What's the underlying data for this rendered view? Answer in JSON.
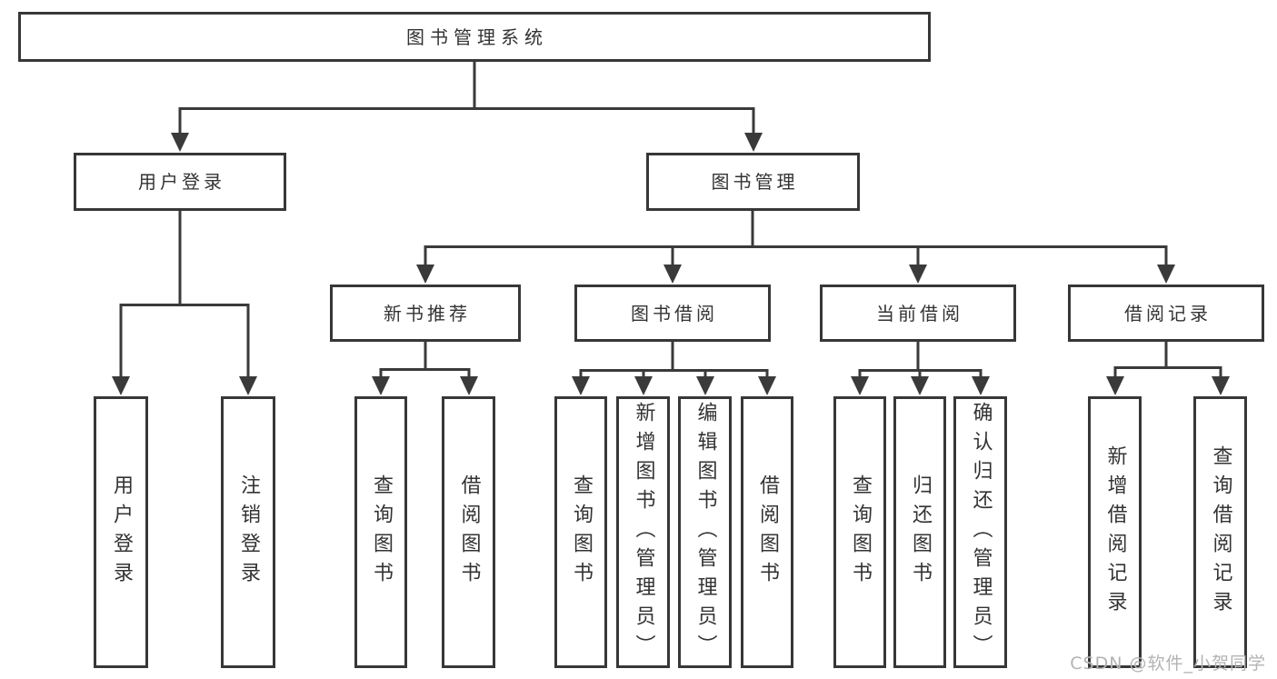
{
  "tree": {
    "label": "图书管理系统",
    "children": [
      {
        "label": "用户登录",
        "children": [
          {
            "label": "用户登录"
          },
          {
            "label": "注销登录"
          }
        ]
      },
      {
        "label": "图书管理",
        "children": [
          {
            "label": "新书推荐",
            "children": [
              {
                "label": "查询图书"
              },
              {
                "label": "借阅图书"
              }
            ]
          },
          {
            "label": "图书借阅",
            "children": [
              {
                "label": "查询图书"
              },
              {
                "label": "新增图书（管理员）"
              },
              {
                "label": "编辑图书（管理员）"
              },
              {
                "label": "借阅图书"
              }
            ]
          },
          {
            "label": "当前借阅",
            "children": [
              {
                "label": "查询图书"
              },
              {
                "label": "归还图书"
              },
              {
                "label": "确认归还（管理员）"
              }
            ]
          },
          {
            "label": "借阅记录",
            "children": [
              {
                "label": "新增借阅记录"
              },
              {
                "label": "查询借阅记录"
              }
            ]
          }
        ]
      }
    ]
  },
  "watermark": "CSDN @软件_小贺同学",
  "colors": {
    "line": "#3a3a3a",
    "text": "#333333",
    "watermark": "#b3b3b3"
  }
}
